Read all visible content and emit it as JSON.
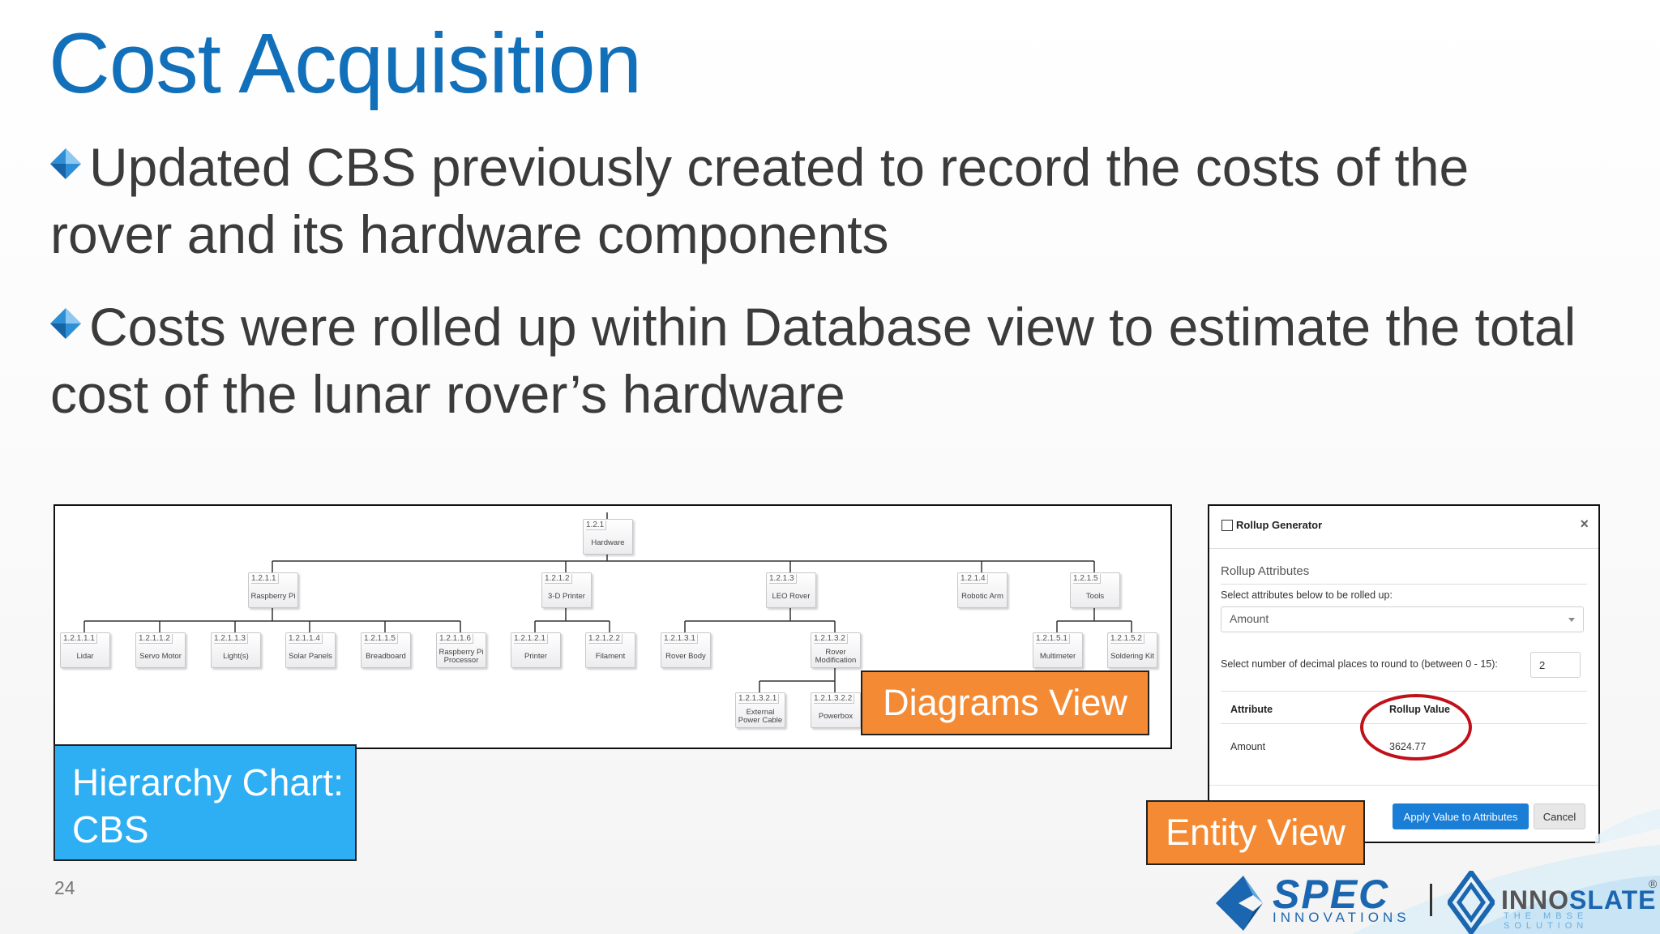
{
  "slide": {
    "title": "Cost Acquisition",
    "bullets": [
      "Updated CBS previously created to record the costs of the rover and its hardware components",
      "Costs were rolled up within Database view to estimate the total cost of the lunar rover’s hardware"
    ],
    "page_number": "24"
  },
  "diagram": {
    "nodes": [
      {
        "id": "1.2.1",
        "label": "Hardware"
      },
      {
        "id": "1.2.1.1",
        "label": "Raspberry Pi"
      },
      {
        "id": "1.2.1.2",
        "label": "3-D Printer"
      },
      {
        "id": "1.2.1.3",
        "label": "LEO Rover"
      },
      {
        "id": "1.2.1.4",
        "label": "Robotic Arm"
      },
      {
        "id": "1.2.1.5",
        "label": "Tools"
      },
      {
        "id": "1.2.1.1.1",
        "label": "Lidar"
      },
      {
        "id": "1.2.1.1.2",
        "label": "Servo Motor"
      },
      {
        "id": "1.2.1.1.3",
        "label": "Light(s)"
      },
      {
        "id": "1.2.1.1.4",
        "label": "Solar Panels"
      },
      {
        "id": "1.2.1.1.5",
        "label": "Breadboard"
      },
      {
        "id": "1.2.1.1.6",
        "label": "Raspberry Pi Processor"
      },
      {
        "id": "1.2.1.2.1",
        "label": "Printer"
      },
      {
        "id": "1.2.1.2.2",
        "label": "Filament"
      },
      {
        "id": "1.2.1.3.1",
        "label": "Rover Body"
      },
      {
        "id": "1.2.1.3.2",
        "label": "Rover Modification"
      },
      {
        "id": "1.2.1.5.1",
        "label": "Multimeter"
      },
      {
        "id": "1.2.1.5.2",
        "label": "Soldering Kit"
      },
      {
        "id": "1.2.1.3.2.1",
        "label": "External Power Cable"
      },
      {
        "id": "1.2.1.3.2.2",
        "label": "Powerbox"
      }
    ]
  },
  "tags": {
    "diagrams_view": "Diagrams View",
    "hierarchy_line1": "Hierarchy Chart:",
    "hierarchy_line2": "CBS",
    "entity_view": "Entity View"
  },
  "rollup_dialog": {
    "title": "Rollup Generator",
    "close": "×",
    "section": "Rollup Attributes",
    "select_prompt": "Select attributes below to be rolled up:",
    "selected_attribute": "Amount",
    "decimal_prompt": "Select number of decimal places to round to (between 0 - 15):",
    "decimal_value": "2",
    "col_attribute": "Attribute",
    "col_rollup": "Rollup Value",
    "row_attribute": "Amount",
    "row_value": "3624.77",
    "apply_button": "Apply Value to Attributes",
    "cancel_button": "Cancel"
  },
  "logos": {
    "spec_word": "SPEC",
    "spec_sub": "INNOVATIONS",
    "inno_part1": "INNO",
    "inno_part2": "SLATE",
    "inno_sub": "THE MBSE SOLUTION",
    "registered": "®"
  }
}
